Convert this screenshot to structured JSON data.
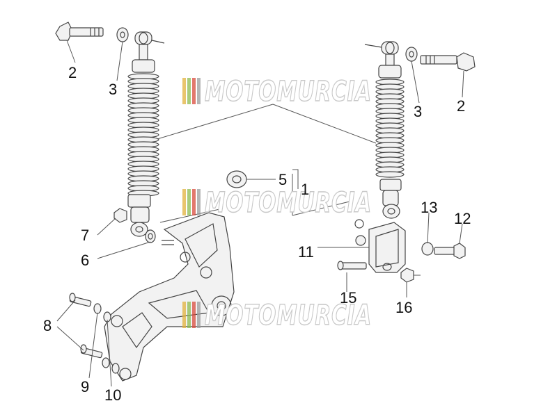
{
  "watermark": {
    "text": "MOTOMURCIA",
    "stripe_colors": [
      "#e2b23c",
      "#8dbb4f",
      "#d94b3c",
      "#9c9c9c"
    ]
  },
  "callouts": [
    {
      "id": "label-2-left",
      "text": "2"
    },
    {
      "id": "label-3-left",
      "text": "3"
    },
    {
      "id": "label-2-right",
      "text": "2"
    },
    {
      "id": "label-3-right",
      "text": "3"
    },
    {
      "id": "label-5",
      "text": "5"
    },
    {
      "id": "label-1",
      "text": "1"
    },
    {
      "id": "label-7",
      "text": "7"
    },
    {
      "id": "label-6",
      "text": "6"
    },
    {
      "id": "label-11",
      "text": "11"
    },
    {
      "id": "label-13",
      "text": "13"
    },
    {
      "id": "label-12",
      "text": "12"
    },
    {
      "id": "label-15",
      "text": "15"
    },
    {
      "id": "label-16",
      "text": "16"
    },
    {
      "id": "label-8",
      "text": "8"
    },
    {
      "id": "label-9",
      "text": "9"
    },
    {
      "id": "label-10",
      "text": "10"
    }
  ]
}
